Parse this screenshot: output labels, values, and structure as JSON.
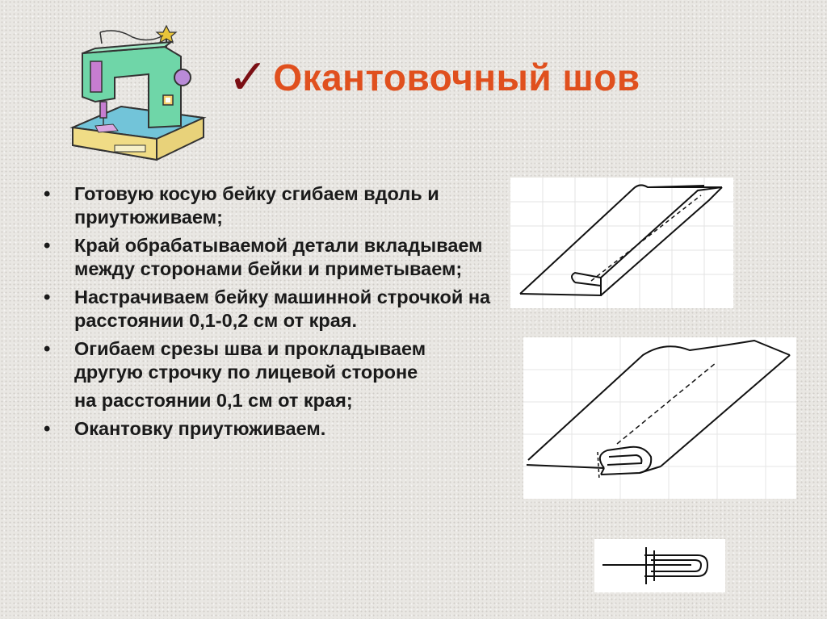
{
  "title": {
    "check_icon": "✓",
    "text": "Окантовочный шов",
    "color": "#e0501e"
  },
  "bullets": [
    {
      "text": "Готовую косую бейку сгибаем вдоль и приутюживаем;",
      "marker": true
    },
    {
      "text": "Край обрабатываемой детали вкладываем между сторонами бейки и приметываем;",
      "marker": true
    },
    {
      "text": "Настрачиваем бейку машинной строчкой на расстоянии 0,1-0,2 см от края.",
      "marker": true
    },
    {
      "text": "Огибаем срезы шва и прокладываем другую строчку по лицевой стороне",
      "marker": true
    },
    {
      "text": "на расстоянии 0,1 см от края;",
      "marker": false
    },
    {
      "text": "Окантовку приутюживаем.",
      "marker": true
    }
  ],
  "illustrations": {
    "clipart": "sewing-machine-icon",
    "figures": [
      "binding-fold-drawing",
      "binding-stitch-drawing",
      "seam-cross-section-drawing"
    ]
  }
}
